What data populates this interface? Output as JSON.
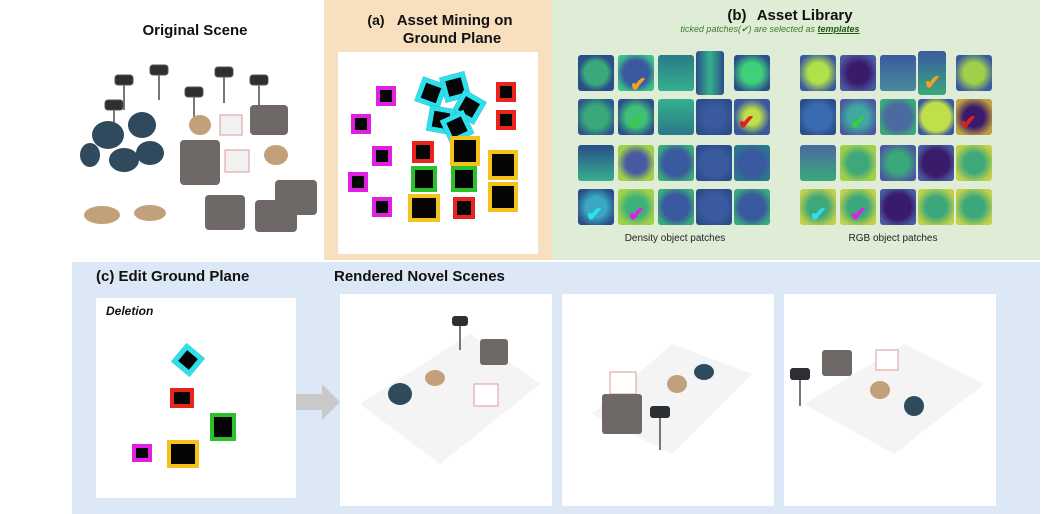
{
  "panels": {
    "original": {
      "title": "Original Scene"
    },
    "mining": {
      "label": "(a)",
      "title_line1": "Asset Mining on",
      "title_line2": "Ground Plane"
    },
    "library": {
      "label": "(b)",
      "title": "Asset Library",
      "subtitle_pre": "ticked patches(✔) are selected as ",
      "subtitle_em": "templates",
      "density_caption": "Density object patches",
      "rgb_caption": "RGB object patches"
    },
    "edit": {
      "title": "(c) Edit Ground Plane",
      "mode": "Deletion"
    },
    "render": {
      "title": "Rendered Novel Scenes"
    }
  },
  "colors": {
    "orange_bg": "#f8dfbe",
    "green_bg": "#dfecd6",
    "blue_bg": "#dce8f5",
    "cyan": "#2ee0ee",
    "red": "#e8241c",
    "magenta": "#e020e0",
    "green": "#2cc02c",
    "yellow": "#f4c21a"
  },
  "icons": {
    "arrow": "right-arrow-icon",
    "tick": "check-icon"
  }
}
